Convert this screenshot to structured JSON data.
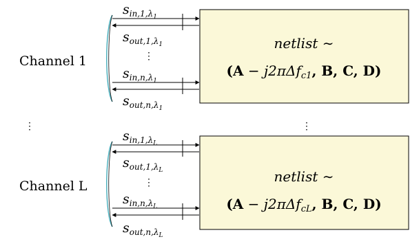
{
  "channels": [
    {
      "label": "Channel 1",
      "signals": [
        {
          "main": "s",
          "sub": "in,1,λ",
          "subsub": "1"
        },
        {
          "main": "s",
          "sub": "out,1,λ",
          "subsub": "1"
        },
        {
          "main": "s",
          "sub": "in,n,λ",
          "subsub": "1"
        },
        {
          "main": "s",
          "sub": "out,n,λ",
          "subsub": "1"
        }
      ],
      "box_line1": "netlist ∼",
      "box_line2_a": "(A",
      "box_line2_b": " − j2πΔf",
      "box_line2_sub": "c1",
      "box_line2_c": ", B, C, D)"
    },
    {
      "label": "Channel L",
      "signals": [
        {
          "main": "s",
          "sub": "in,1,λ",
          "subsub": "L"
        },
        {
          "main": "s",
          "sub": "out,1,λ",
          "subsub": "L"
        },
        {
          "main": "s",
          "sub": "in,n,λ",
          "subsub": "L"
        },
        {
          "main": "s",
          "sub": "out,n,λ",
          "subsub": "L"
        }
      ],
      "box_line1": "netlist ∼",
      "box_line2_a": "(A",
      "box_line2_b": " − j2πΔf",
      "box_line2_sub": "cL",
      "box_line2_c": ", B, C, D)"
    }
  ],
  "inner_ellipsis": "⋮",
  "outer_ellipsis": "⋮",
  "colors": {
    "box_fill": "#fbf8d8",
    "box_stroke": "#000000",
    "bracket_stroke": "#3aa9b8"
  }
}
